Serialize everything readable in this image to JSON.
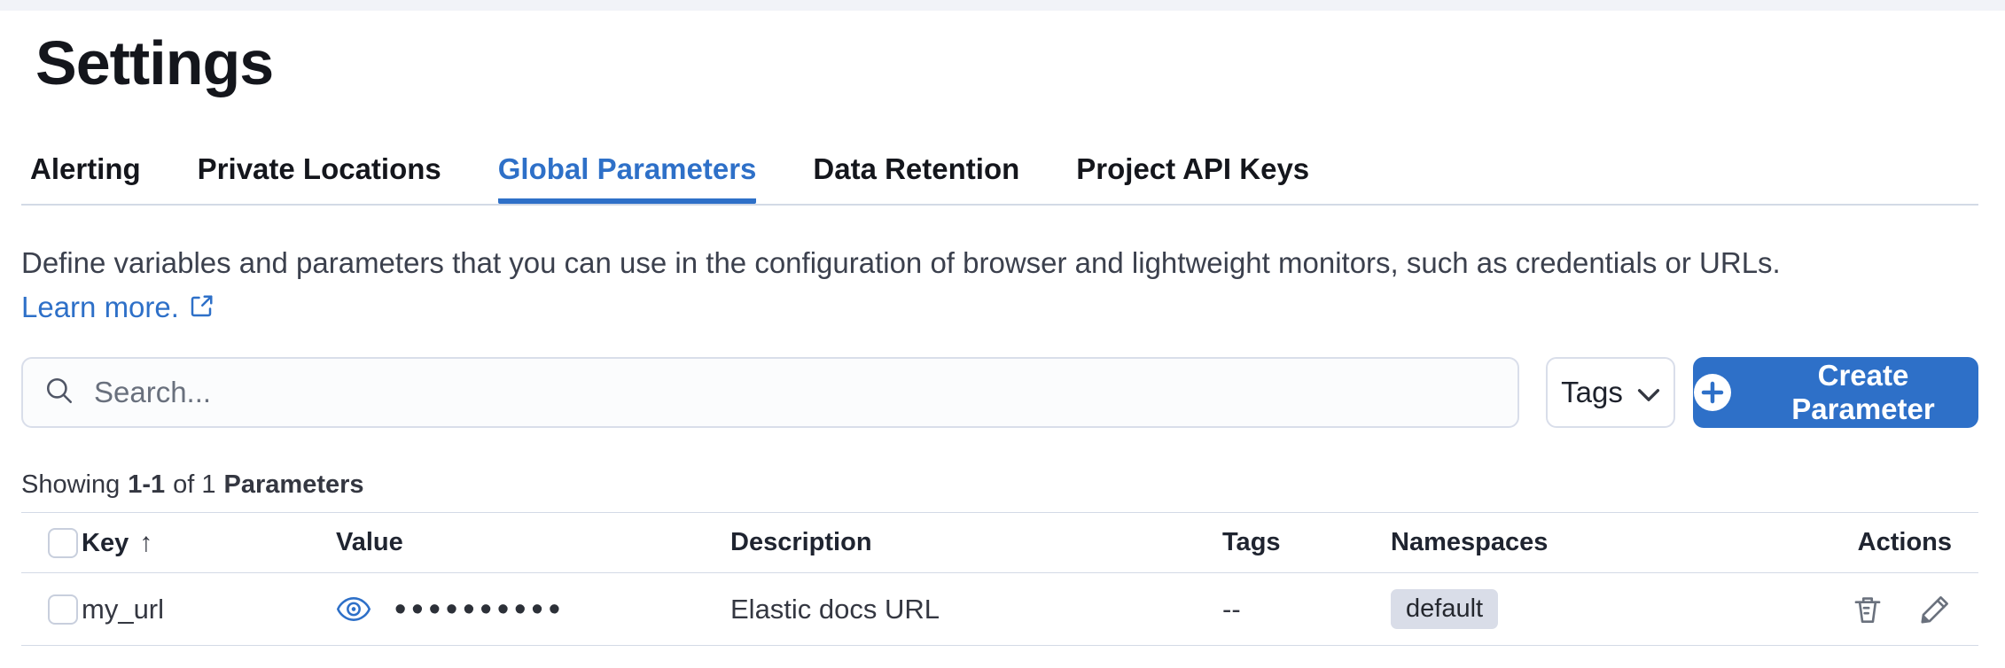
{
  "page": {
    "title": "Settings"
  },
  "tabs": [
    {
      "label": "Alerting"
    },
    {
      "label": "Private Locations"
    },
    {
      "label": "Global Parameters"
    },
    {
      "label": "Data Retention"
    },
    {
      "label": "Project API Keys"
    }
  ],
  "active_tab": "Global Parameters",
  "description": {
    "text": "Define variables and parameters that you can use in the configuration of browser and lightweight monitors, such as credentials or URLs.",
    "link_label": "Learn more."
  },
  "toolbar": {
    "search_placeholder": "Search...",
    "search_value": "",
    "tags_button": "Tags",
    "create_button": "Create Parameter"
  },
  "summary": {
    "prefix": "Showing",
    "range": "1-1",
    "of_total": "of 1",
    "entity": "Parameters"
  },
  "table": {
    "columns": [
      "Key",
      "Value",
      "Description",
      "Tags",
      "Namespaces",
      "Actions"
    ],
    "rows": [
      {
        "key": "my_url",
        "masked_value": "••••••••••",
        "description": "Elastic docs URL",
        "tags": "--",
        "namespace": "default"
      }
    ]
  },
  "icons": {
    "search": "search-icon",
    "tags_chevron": "chevron-down-icon",
    "create_plus": "plus-circle-icon",
    "external_link": "external-link-icon",
    "eye": "eye-icon",
    "delete": "trash-icon",
    "edit": "pencil-icon",
    "sort": "sort-ascending-arrow"
  },
  "colors": {
    "primary": "#2e70c8",
    "link": "#2e70c8",
    "border": "#d3dae6",
    "badge_bg": "#d9dde8",
    "text": "#343741",
    "placeholder": "#69707d"
  }
}
